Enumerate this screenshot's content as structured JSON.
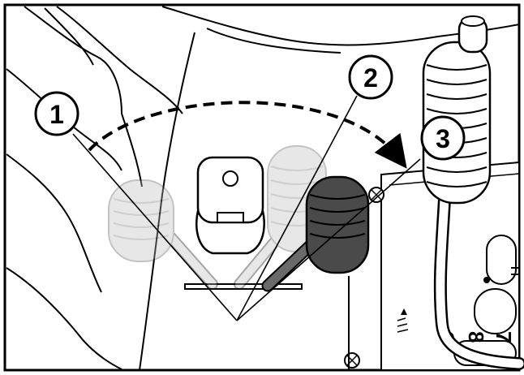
{
  "figure": {
    "callouts": [
      {
        "id": "1",
        "label": "1"
      },
      {
        "id": "2",
        "label": "2"
      },
      {
        "id": "3",
        "label": "3"
      }
    ],
    "scale_labels": [
      "7",
      "8",
      "o"
    ],
    "colors": {
      "outline": "#000000",
      "lever_ghost": "#bdbdbd",
      "lever_active": "#4a4a4a",
      "background": "#ffffff"
    }
  }
}
